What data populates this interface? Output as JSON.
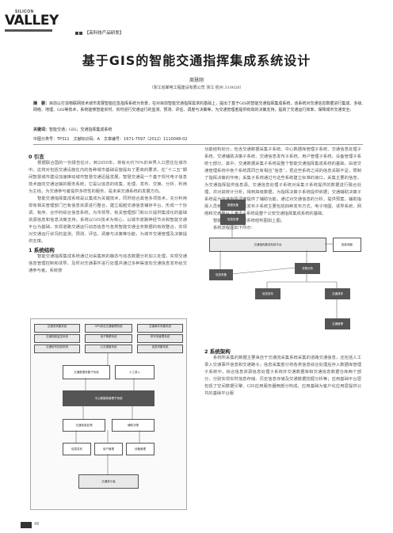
{
  "header": {
    "logo_small": "SILICON",
    "logo_big": "VALLEY",
    "section_tag": "【高科技产品研发】"
  },
  "article": {
    "title": "基于GIS的智能交通指挥集成系统设计",
    "author": "周慧刚",
    "affiliation": "（浙江省邮电工程建设有限公司 浙江 杭州 310020）",
    "abstract_label": "摘　要：",
    "abstract": "目前以打造物联网技术城市发展智能应急指挥系统为背景，在对目前智能交通指挥需求的基础上，提出了基于GIS的智能交通指挥集成系统，该系统对交通信息数据进行集成、多级、网络、地理、GIS等技术，系统能够智能实时、实时进行交通运行的监测、预测、评估、调度与决策等，为交通管理者提供有效的决策支持，提高了交通运行效率，保障城市交通安全。",
    "keywords_label": "关键词：",
    "keywords": "智能交通；GIS；交通指挥集成系统",
    "classification": "中图分类号：TP311　文献标识码：A　文章编号：1671-7597（2012）1110048-02"
  },
  "left_column": {
    "sec0": "0 引言",
    "sec0_p1": "根据联合国的一份报告估计，到2050年，将有大约70%的世界人口居住在城市中。这将对包括交通设施在内的各种城市基础设施提出了更高的要求。在“十二五”期间智慧城市建设加速推动城市智慧交通迅猛发展。智慧交通是一个基于现代电子信息技术面向交通运输的服务系统，它是以信息的收集、处理、发布、交换、分析、利用为主线，为交通参与者提供多样性的服务，是未来交通系统的发展方向。",
    "sec0_p2": "智能交通指挥集成系统是以集成为关键技术，同时结合其他多项技术，充分利用现有相关管理部门已有信息资源进行整合，建立超越交通信息铺存平台，形成一个协调、有序、合作的综合信息系统。为市领导、有关管理部门和公众提供集成化的基础资源信息和信息决策支持。系统以GIS技术为核心，以城市道路神经节点和智能交通平台为基础，实现道路交通运行动态信息与各类智能交通业务数据的有效整合，实现对交通运行状况的监测、预测、评估、调度与决策等功能，为城市交通管理及决策提供支撑。",
    "sec1": "1 系统结构",
    "sec1_p1": "智能交通指挥集成系统通过对采集到的静态与动态数据分析加工处理，实现交通信息管理控制和诱导，及时对交通事件进行处理并通过多种渠道向交通信息发布给交通参与者。系统按"
  },
  "right_column": {
    "p1": "功能结构划分，包含交通数据采集子系统、中心数据库管理子系统、交通信息处理子系统、交通辅助决策子系统、交通信息发布子系统、用户管理子系统、设备管理子系统七部分。其中，交通数据采集子系统是整个智能交通指挥集成系统的基础，由道交通管理系统中各个系统再同已有相应“信息”，把这些系统之间的信息关联不足，限制了指挥决策的作用；采集子系统通过与这些系统建立标准的接口，采集主要的信息，为交通指挥提供信息源。交通信息处理子系统对采集子系统提供的数据进行融合处理，并对其统计分析，得到高级数据，为指挥决策子系统提供依据；交通辅助决策子系统是为快速指挥调度提供了辅助功能，通过对交通信息的分析，提供预案，辅助指挥人员参考。交通信息发布子系统主要包括四种发布方式，电子地图、诱导系统、网络和交通电台；通讯子系统是整个公安交通指挥集成系统的基础。",
    "p2": "智能交通指挥集成系统结构图如上图。",
    "p3": "系统流程图如下所示：",
    "sec2": "2 系统架构",
    "sec2_p1": "系统所采集的数据主要来自于交通流采集系统采集的道路交通信息，还包括人工录入交通事件信息和交通路令；信息采集部分将各类信息综合处理后存入数据库管理子系统中，综合信息资源信息处理子系统并交通数据库和交通信息数据仓库两个部分，分别实现实时信息存储、历史信息存储及交通数据挖掘分析等；应用基础平台层包括了空间数据引擎、GIS应用服务器两部分构成。应用基础为客户化应用层提供公共的基础平台服"
  },
  "figure1": {
    "row1": [
      "交通流采集系统",
      "GPS综合交通管理系统",
      "交通事件采集系统"
    ],
    "row2": [
      "交通视频监控系统",
      "电子警察系统",
      "停车场管理系统"
    ],
    "row3": [
      "交通信号控制系统",
      "公交调度系统",
      "信息采集系统"
    ],
    "mid_left": "交通数据采集子系统",
    "mid_right": "人工录入",
    "db": "中心数据库管理子系统",
    "proc": "交通信息处理",
    "decision": "辅助决策",
    "publish": "信息发布",
    "user": "用户管理",
    "device": "设备管理",
    "bottom": "交通参与者"
  },
  "figure2": {
    "top1": "数据采集",
    "top2": "信息处理",
    "main": "交通指挥集成系统平台",
    "side": "指挥调度",
    "left": "信息采集",
    "mid": "决策分析",
    "center": "信息发布",
    "right": "交通诱导",
    "bottom": "交通管理"
  },
  "footer": {
    "page_text": "48"
  }
}
